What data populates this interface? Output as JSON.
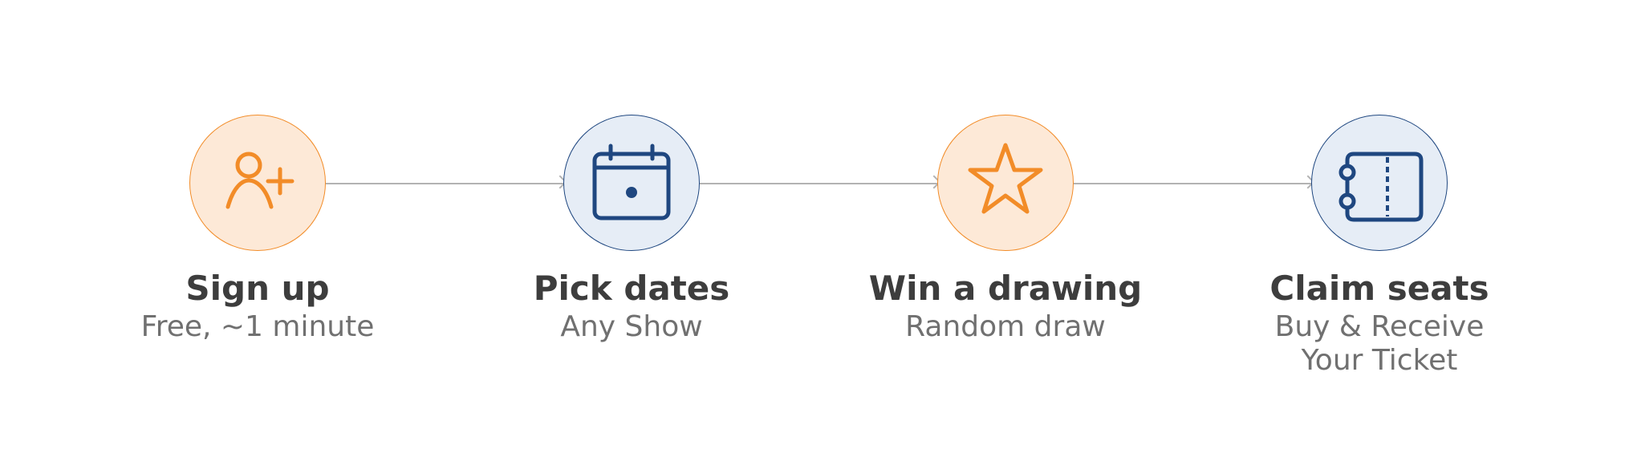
{
  "colors": {
    "orange_accent": "#f28c28",
    "orange_fill": "#fde9d7",
    "navy_accent": "#1f4780",
    "navy_fill": "#e6edf6",
    "connector": "#b3b3b3",
    "title_text": "#3d3d3d",
    "subtitle_text": "#707070"
  },
  "steps": [
    {
      "icon": "user-plus-icon",
      "title": "Sign up",
      "subtitle": "Free, ~1 minute"
    },
    {
      "icon": "calendar-icon",
      "title": "Pick dates",
      "subtitle": "Any Show"
    },
    {
      "icon": "star-icon",
      "title": "Win a drawing",
      "subtitle": "Random draw"
    },
    {
      "icon": "ticket-icon",
      "title": "Claim seats",
      "subtitle": "Buy & Receive Your Ticket"
    }
  ]
}
